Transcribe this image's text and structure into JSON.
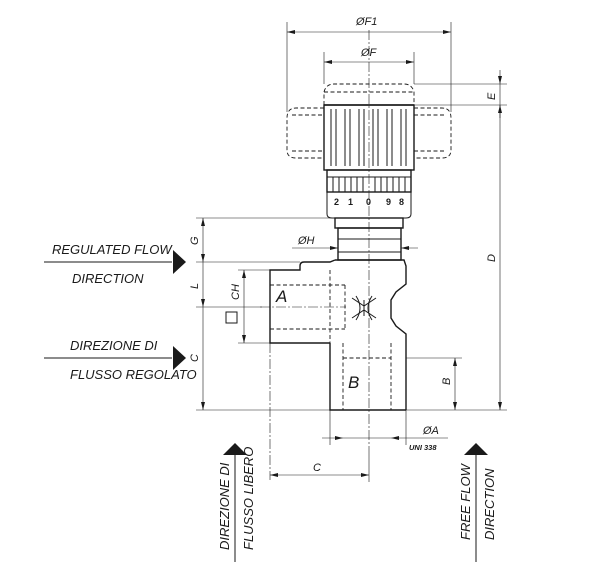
{
  "dimensions": {
    "f1": "ØF1",
    "f": "ØF",
    "e": "E",
    "d": "D",
    "g": "G",
    "h": "ØH",
    "l": "L",
    "ch": "CH",
    "c_left": "C",
    "b": "B",
    "a": "ØA",
    "c_bottom": "C"
  },
  "standard": "UNI 338",
  "ports": {
    "a": "A",
    "b": "B"
  },
  "dial_numbers": [
    "2",
    "1",
    "0",
    "9",
    "8"
  ],
  "labels": {
    "regulated_line1": "REGULATED FLOW",
    "regulated_line2": "DIRECTION",
    "direzione_line1": "DIREZIONE DI",
    "direzione_line2": "FLUSSO REGOLATO",
    "vertical_it_1": "DIREZIONE DI",
    "vertical_it_2": "FLUSSO LIBERO",
    "vertical_en_1": "FREE FLOW",
    "vertical_en_2": "DIRECTION"
  }
}
